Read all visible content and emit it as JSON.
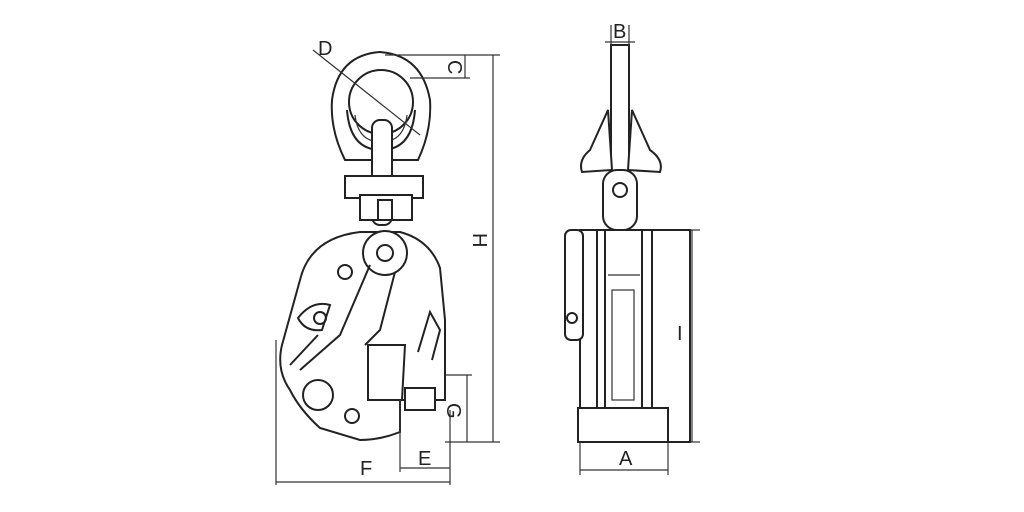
{
  "diagram": {
    "dimension_labels": {
      "D": "D",
      "C": "C",
      "B": "B",
      "H": "H",
      "I": "I",
      "G": "G",
      "F": "F",
      "E": "E",
      "A": "A"
    }
  }
}
